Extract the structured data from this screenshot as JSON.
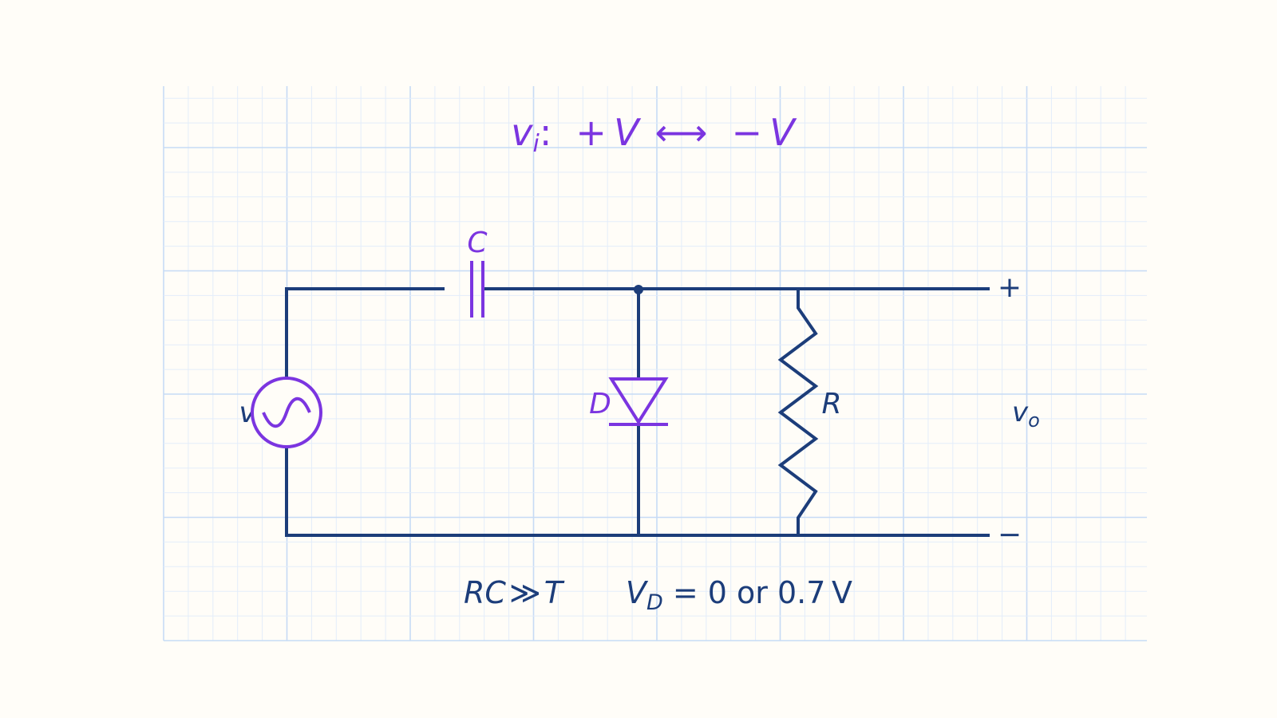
{
  "colors": {
    "background": "#fffdf8",
    "grid_minor": "#e3edfa",
    "grid_major": "#c6dbf5",
    "wire": "#1c3d7a",
    "component": "#7b35e0"
  },
  "header": {
    "v": "v",
    "i": "i",
    "colon": ":",
    "plus_v": "+ V",
    "arrow": "⟷",
    "minus_v": "− V"
  },
  "labels": {
    "capacitor": "C",
    "diode": "D",
    "resistor": "R",
    "source": "v",
    "vo_main": "v",
    "vo_sub": "o",
    "plus": "+",
    "minus": "−"
  },
  "footer": {
    "rc": "RC",
    "gg": "≫",
    "t": "T",
    "vd_v": "V",
    "vd_sub": "D",
    "vd_rest": " = 0 or 0.7 V"
  }
}
